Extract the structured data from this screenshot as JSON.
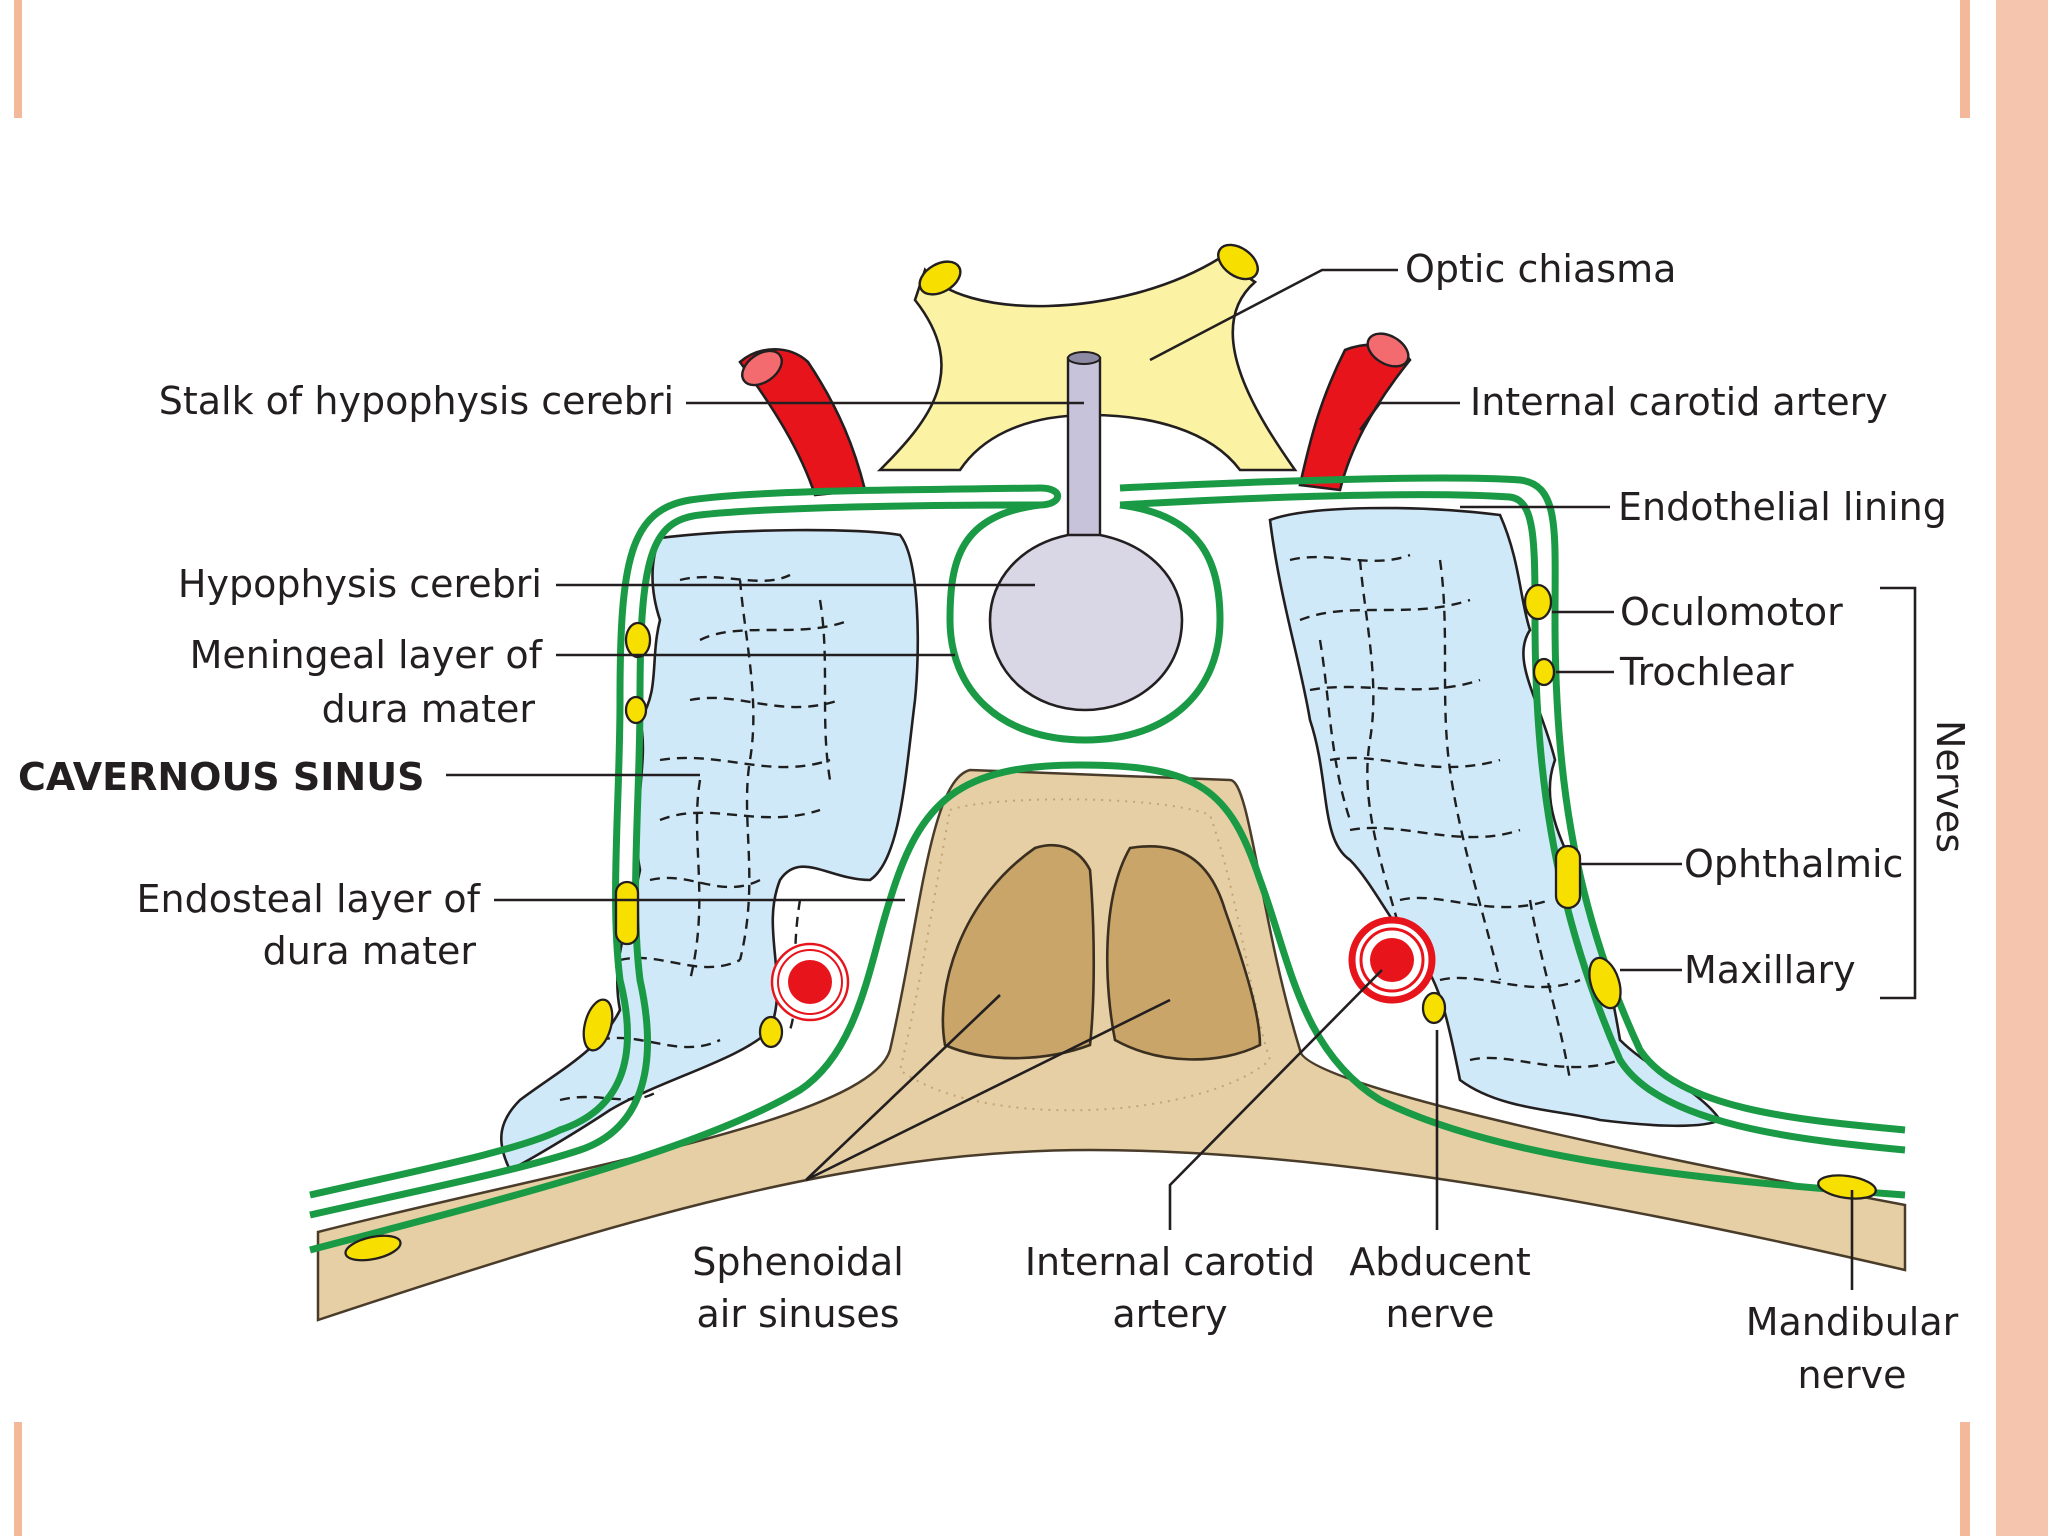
{
  "diagram": {
    "labels": {
      "optic_chiasma": "Optic chiasma",
      "stalk": "Stalk of hypophysis cerebri",
      "ica_top": "Internal carotid artery",
      "endothelial": "Endothelial lining",
      "hypophysis": "Hypophysis cerebri",
      "meningeal_1": "Meningeal layer of",
      "meningeal_2": "dura mater",
      "cavernous": "CAVERNOUS SINUS",
      "endosteal_1": "Endosteal layer of",
      "endosteal_2": "dura mater",
      "oculomotor": "Oculomotor",
      "trochlear": "Trochlear",
      "ophthalmic": "Ophthalmic",
      "maxillary": "Maxillary",
      "nerves": "Nerves",
      "sphenoidal_1": "Sphenoidal",
      "sphenoidal_2": "air sinuses",
      "ica_bottom_1": "Internal carotid",
      "ica_bottom_2": "artery",
      "abducent_1": "Abducent",
      "abducent_2": "nerve",
      "mandibular_1": "Mandibular",
      "mandibular_2": "nerve"
    },
    "colors": {
      "border": "#f4b89a",
      "dura_green": "#1a9a45",
      "sinus_blue": "#cfe9f8",
      "bone": "#e6cfa4",
      "air_sinus": "#c9a56a",
      "artery_red": "#e8141c",
      "nerve_yellow": "#f7e000",
      "chiasma_yellow": "#fbf3a3",
      "hypophysis_lavender": "#d9d6e6"
    }
  }
}
